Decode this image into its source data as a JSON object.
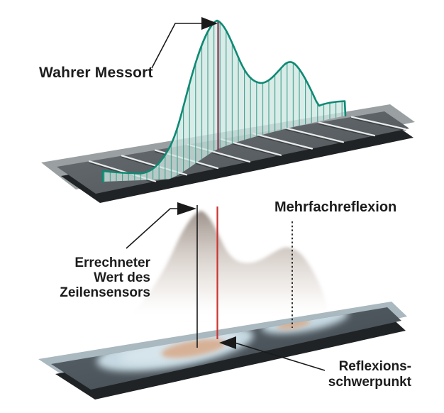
{
  "labels": {
    "wahrer_messort": "Wahrer Messort",
    "mehrfachreflexion": "Mehrfachreflexion",
    "errechneter_wert": {
      "lines": [
        "Errechneter",
        "Wert des",
        "Zeilensensors"
      ]
    },
    "reflexionsschwerpunkt": {
      "lines": [
        "Reflexions-",
        "schwerpunkt"
      ]
    }
  },
  "colors": {
    "text": "#1c1c1c",
    "black_line": "#1a1a1a",
    "teal_outline": "#0e8a74",
    "teal_fill": "#cfe7e1",
    "teal_stripe": "#3f9e8d",
    "maroon_line": "#8c2f4e",
    "red_line": "#cc3431",
    "strip_underplate": "#202325",
    "strip_sheet_top": "#9aa0a2",
    "strip_sheet_bottom": "#aab8bf",
    "glow_blue": "#c6d9e2",
    "glow_blue_inner": "#d6e4eb",
    "glow_core": "#d7ab8d",
    "smoke_top": "#8a7d75"
  }
}
